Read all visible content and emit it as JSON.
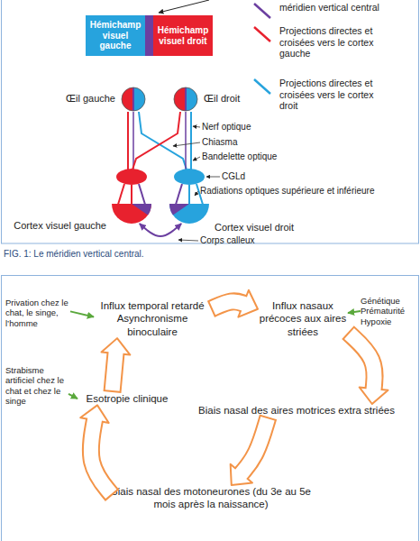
{
  "diagram": {
    "caption": "FIG. 1: Le méridien vertical central.",
    "nodes": [
      {
        "text": [
          "Hémichamp visuel gauche"
        ]
      },
      {
        "text": [
          "Hémichamp visuel droit"
        ]
      },
      {
        "text": [
          "Œil gauche"
        ]
      },
      {
        "text": [
          "Œil droit"
        ]
      },
      {
        "text": [
          "Cortex visuel gauche"
        ]
      },
      {
        "text": [
          "Cortex visuel droit"
        ]
      },
      {
        "text": [
          "Privation chez le chat, le singe, l’homme"
        ]
      },
      {
        "text": [
          "Influx temporal retardé Asynchronisme binoculaire"
        ]
      },
      {
        "text": [
          "Influx nasaux précoces aux aires striées"
        ]
      },
      {
        "text": [
          "Génétique Prématurité Hypoxie"
        ]
      },
      {
        "text": [
          "Biais nasal des aires motrices extra striées"
        ]
      },
      {
        "text": [
          "Strabisme artificiel chez le chat et chez le singe"
        ]
      },
      {
        "text": [
          "Esotropie clinique"
        ]
      },
      {
        "text": [
          "Biais nasal des motoneurones (du 3e au 5e mois après la naissance)"
        ]
      }
    ],
    "edges": [
      {
        "from": 4,
        "to": 5,
        "arrow": "both"
      },
      {
        "from": 7,
        "to": 8,
        "arrow": "to"
      },
      {
        "from": 8,
        "to": 10,
        "arrow": "to"
      },
      {
        "from": 10,
        "to": 13,
        "arrow": "to"
      },
      {
        "from": 13,
        "to": 12,
        "arrow": "to"
      },
      {
        "from": 12,
        "to": 7,
        "arrow": "to"
      },
      {
        "from": 6,
        "to": 7,
        "arrow": "to"
      },
      {
        "from": 9,
        "to": 8,
        "arrow": "to"
      },
      {
        "from": 11,
        "to": 12,
        "arrow": "to"
      }
    ],
    "labels": [
      "Nerf optique",
      "Chiasma",
      "Bandelette optique",
      "CGLd",
      "Radiations optiques supérieure et inférieure",
      "Corps calleux"
    ],
    "legend": [
      {
        "text": "méridien vertical central"
      },
      {
        "text": "Projections directes et croisées vers le cortex gauche"
      },
      {
        "text": "Projections directes et croisées vers le cortex droit"
      }
    ]
  }
}
